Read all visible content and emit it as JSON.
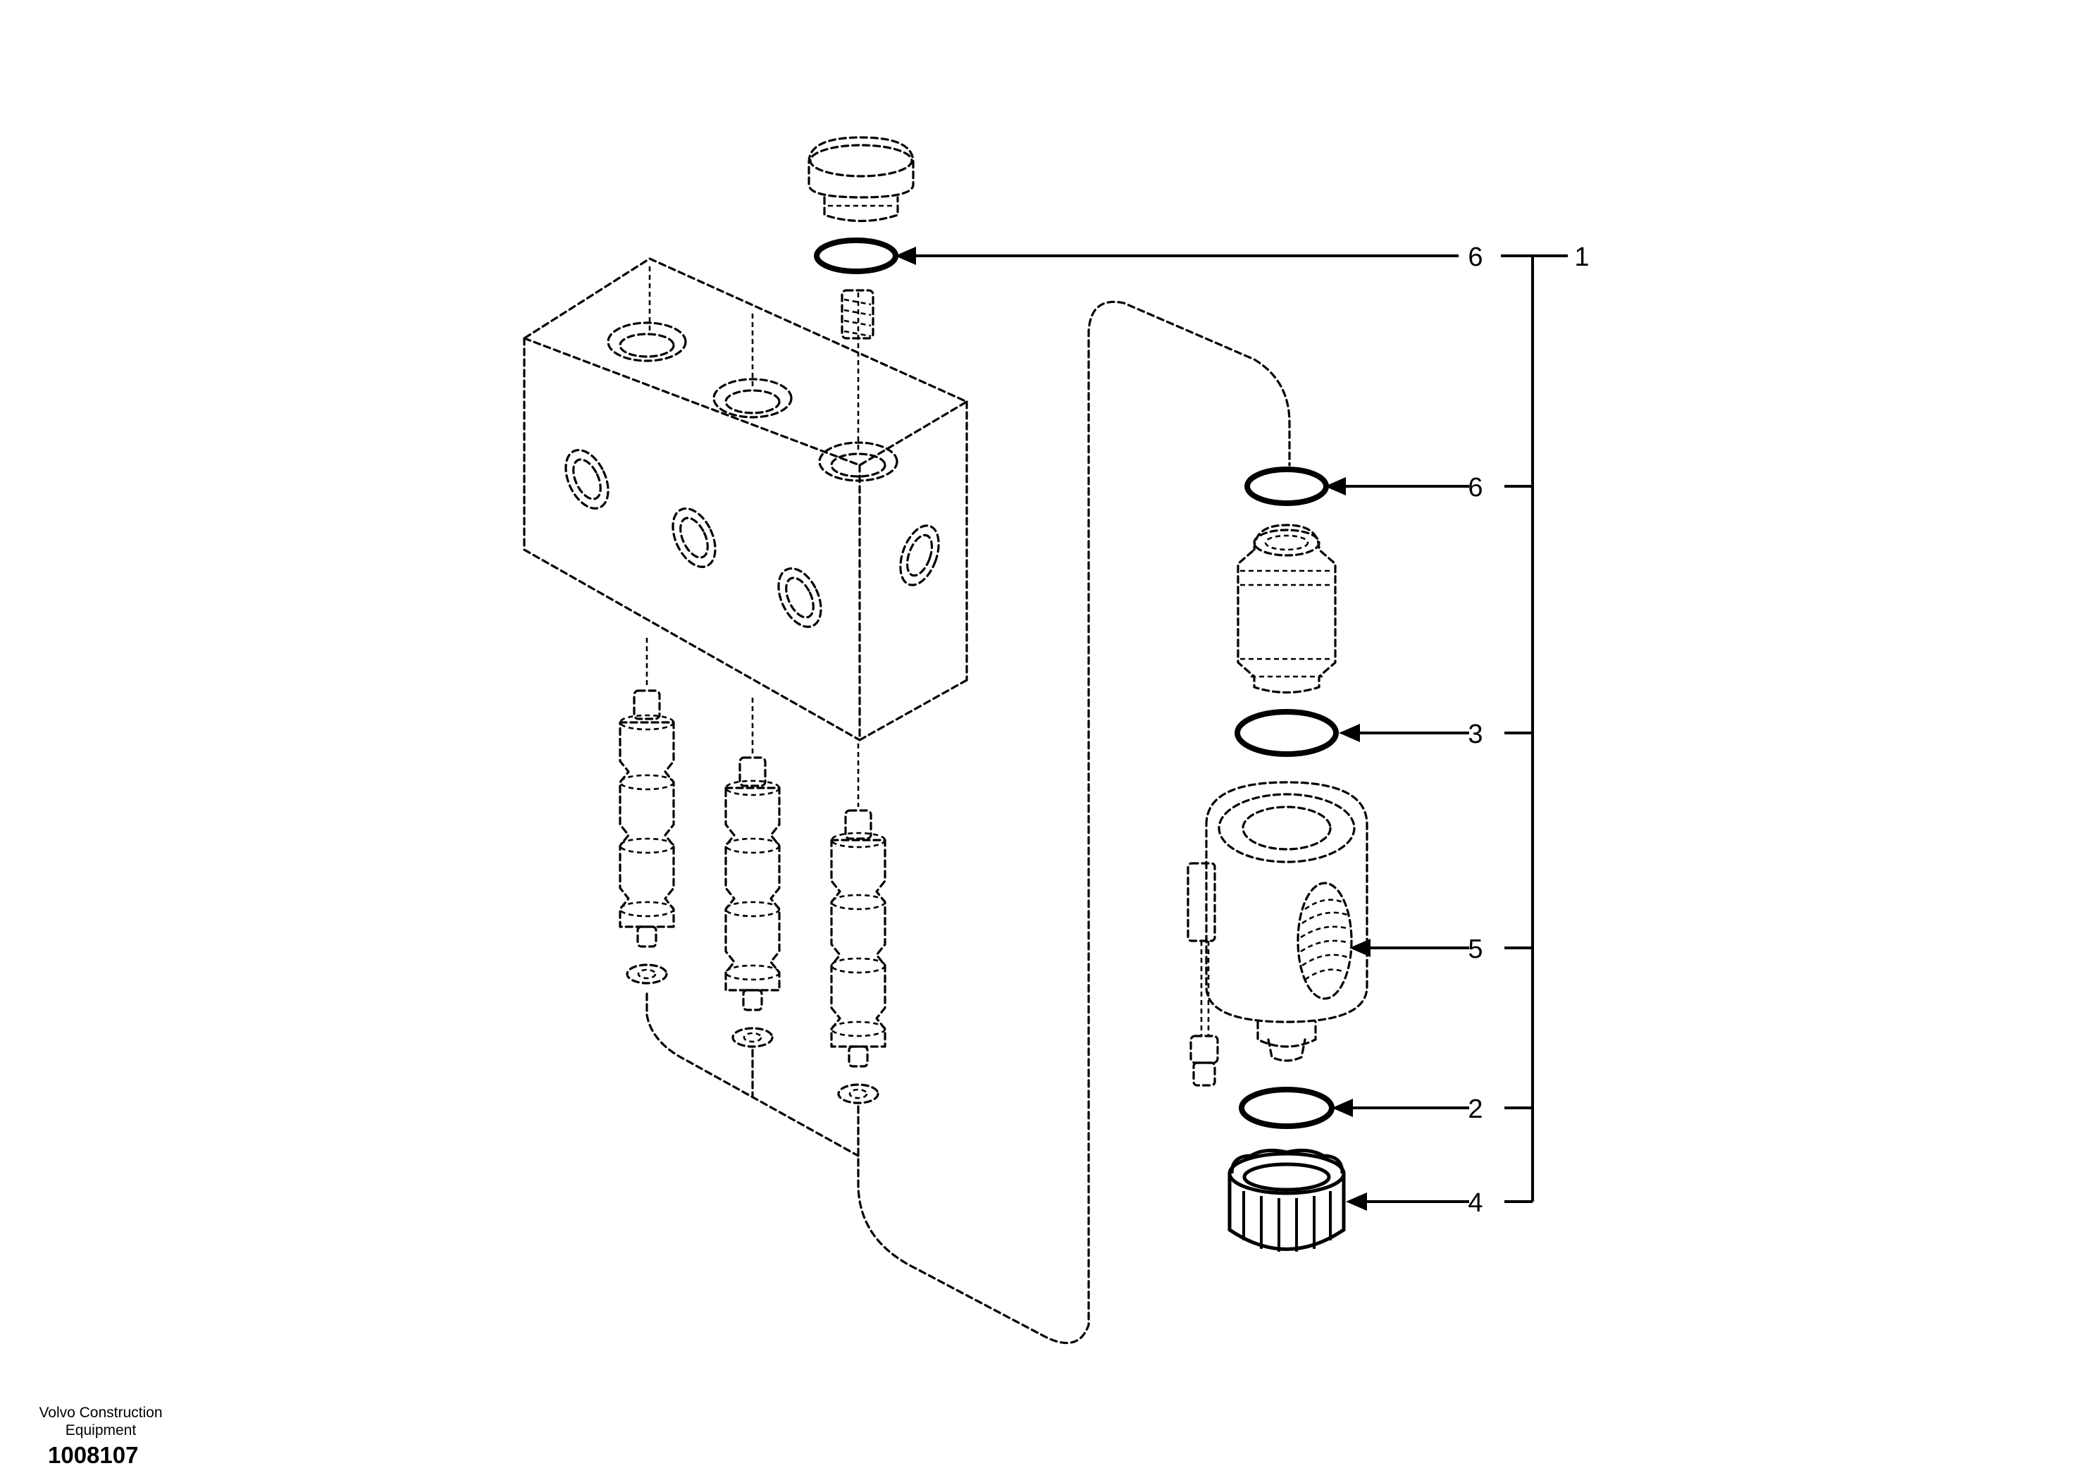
{
  "callouts": {
    "c6_top": "6",
    "c1": "1",
    "c6_mid": "6",
    "c3": "3",
    "c5": "5",
    "c2": "2",
    "c4": "4"
  },
  "footer": {
    "credit_line1": "Volvo Construction",
    "credit_line2": "Equipment",
    "doc_number": "1008107"
  }
}
